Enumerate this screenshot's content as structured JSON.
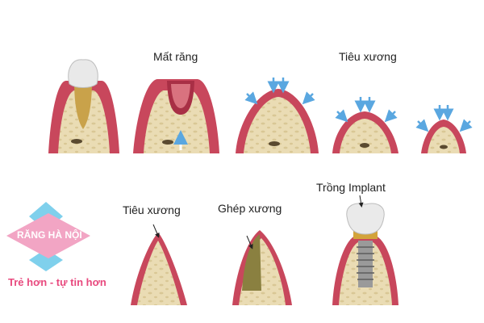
{
  "labels": {
    "tooth_loss": "Mất răng",
    "bone_loss_top": "Tiêu xương",
    "bone_loss_bottom": "Tiêu xương",
    "bone_graft": "Ghép xương",
    "implant": "Trồng Implant"
  },
  "logo": {
    "name": "RĂNG HÀ NỘI",
    "slogan": "Trẻ hơn - tự tin hơn"
  },
  "colors": {
    "gum": "#c8475c",
    "gum_dark": "#a82f45",
    "bone": "#eadcb4",
    "bone_dark": "#d9c795",
    "graft": "#8a8040",
    "crown": "#e9e9e9",
    "root": "#c9a24a",
    "arrow": "#5aa7e0",
    "logo_pink": "#f2a5c4",
    "logo_blue": "#7fd0ec",
    "logo_text": "#e8497e"
  }
}
